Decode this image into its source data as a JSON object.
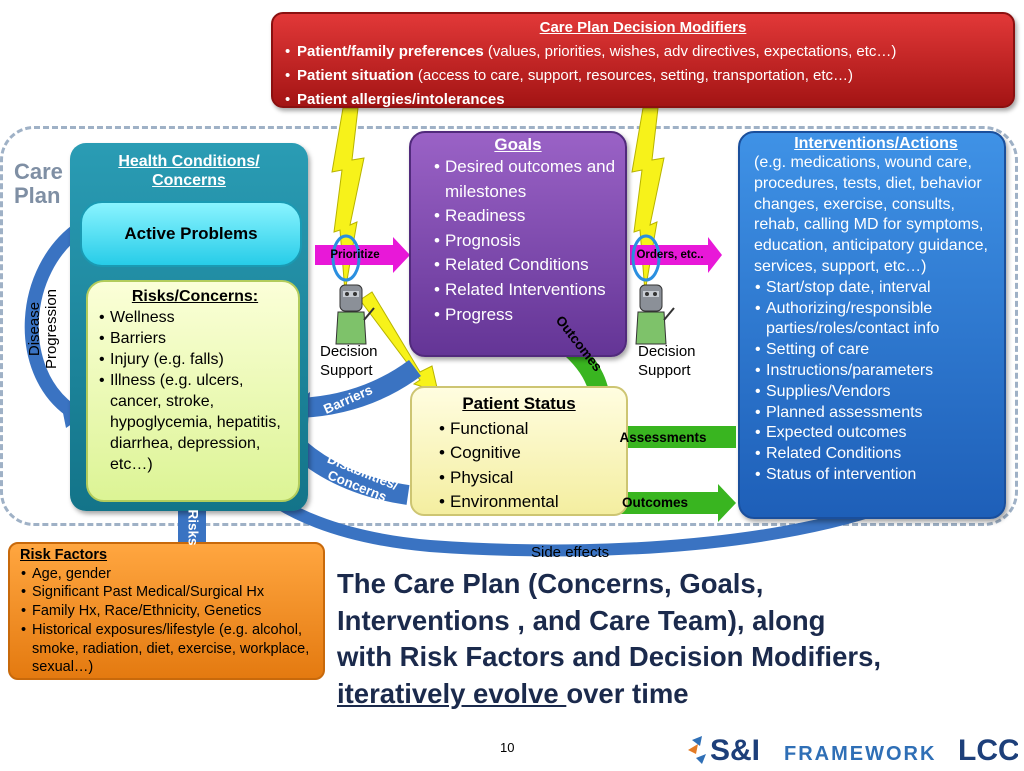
{
  "modifiers": {
    "title": "Care Plan Decision Modifiers",
    "items": [
      {
        "strong": "Patient/family preferences",
        "rest": " (values, priorities, wishes, adv directives, expectations, etc…)"
      },
      {
        "strong": "Patient situation",
        "rest": " (access to care, support, resources, setting, transportation, etc…)"
      },
      {
        "strong": "Patient allergies/intolerances",
        "rest": ""
      }
    ]
  },
  "care_plan_label": [
    "Care",
    "Plan"
  ],
  "concerns": {
    "title_line1": "Health Conditions/",
    "title_line2": "Concerns",
    "active_problems": "Active Problems",
    "risks_title": "Risks/Concerns:",
    "risks_items": [
      "Wellness",
      "Barriers",
      "Injury (e.g. falls)",
      "Illness (e.g. ulcers, cancer, stroke, hypoglycemia, hepatitis, diarrhea, depression, etc…)"
    ]
  },
  "goals": {
    "title": "Goals",
    "items": [
      "Desired outcomes and milestones",
      "Readiness",
      "Prognosis",
      "Related Conditions",
      "Related Interventions",
      "Progress"
    ]
  },
  "patient_status": {
    "title": "Patient Status",
    "items": [
      "Functional",
      "Cognitive",
      "Physical",
      "Environmental"
    ]
  },
  "interventions": {
    "title": "Interventions/Actions",
    "intro": "(e.g. medications, wound care, procedures, tests, diet, behavior changes, exercise, consults, rehab, calling MD for symptoms, education, anticipatory guidance, services, support, etc…)",
    "items": [
      "Start/stop date, interval",
      "Authorizing/responsible parties/roles/contact info",
      "Setting of care",
      "Instructions/parameters",
      "Supplies/Vendors",
      "Planned assessments",
      "Expected outcomes",
      "Related Conditions",
      "Status of intervention"
    ]
  },
  "risk_factors": {
    "title": "Risk Factors",
    "items": [
      "Age, gender",
      "Significant Past Medical/Surgical Hx",
      "Family Hx, Race/Ethnicity, Genetics",
      "Historical exposures/lifestyle (e.g. alcohol, smoke, radiation, diet, exercise, workplace, sexual…)"
    ]
  },
  "arrows": {
    "prioritize": "Prioritize",
    "orders": "Orders, etc..",
    "outcomes_curved": "Outcomes",
    "barriers": "Barriers",
    "disabilities_line1": "Disabilities/",
    "disabilities_line2": "Concerns",
    "assessments": "Assessments",
    "outcomes": "Outcomes",
    "risks": "Risks",
    "side_effects": "Side effects",
    "disease_line1": "Disease",
    "disease_line2": "Progression"
  },
  "decision_support": {
    "line1": "Decision",
    "line2": "Support"
  },
  "headline": {
    "line1": "The Care Plan (Concerns, Goals,",
    "line2": "Interventions , and Care Team), along",
    "line3": "with Risk Factors and Decision Modifiers,",
    "underlined": "iteratively evolve ",
    "tail": "over time"
  },
  "page_number": "10",
  "brand": {
    "name1": "S&I",
    "name2": "FRAMEWORK",
    "name3": "LCC"
  },
  "colors": {
    "modifiers_red": "#c62020",
    "concerns_teal": "#1a8aa3",
    "goals_purple": "#7d49b0",
    "interventions_blue": "#2f7ad4",
    "risk_orange": "#f28c1e",
    "arrow_magenta": "#e818d8",
    "arrow_green": "#39b520",
    "arrow_blue": "#3a73c2",
    "lightning_yellow": "#f7f21a",
    "headline_navy": "#1b2a4c"
  }
}
